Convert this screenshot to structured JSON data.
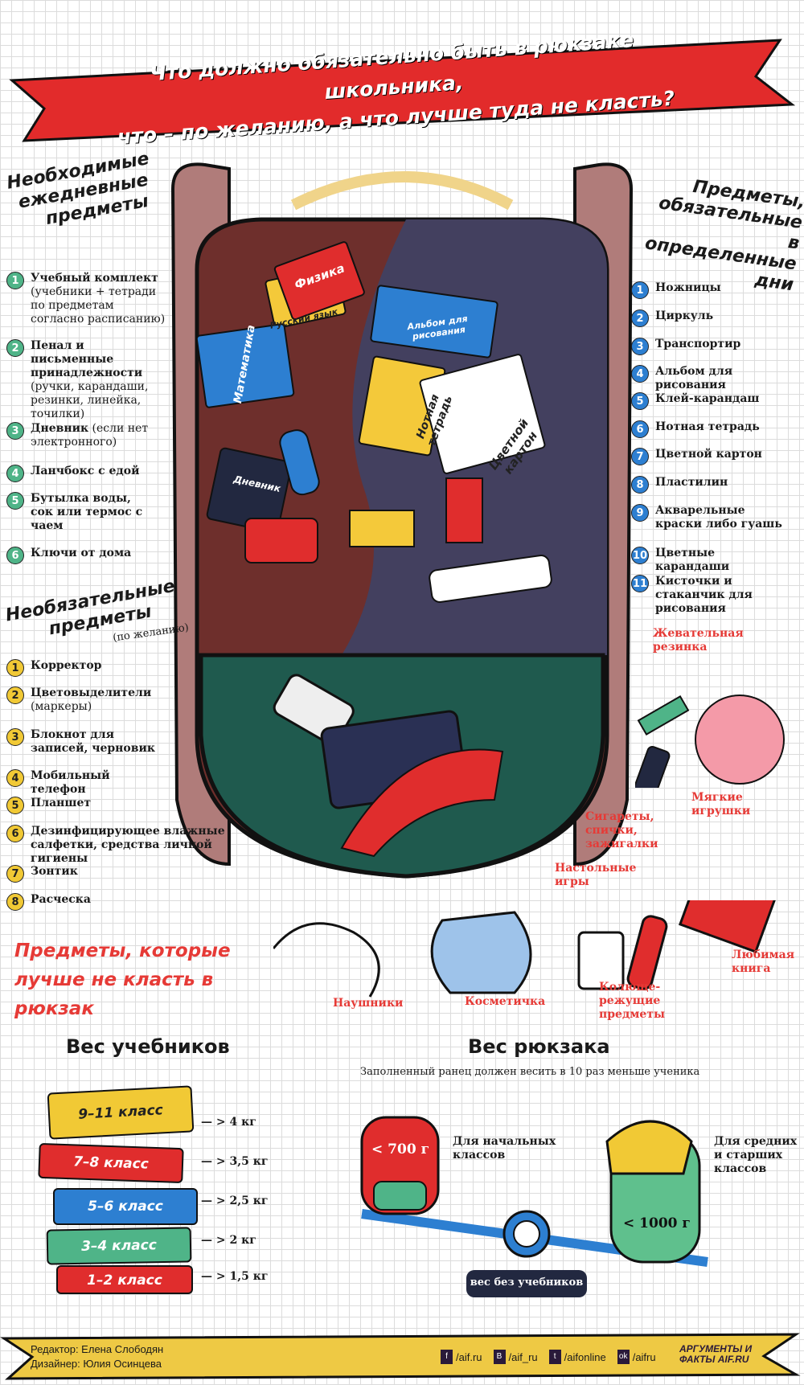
{
  "title": {
    "line1": "Что должно обязательно быть в рюкзаке школьника,",
    "line2": "что – по желанию, а что лучше туда не класть?"
  },
  "daily": {
    "heading": [
      "Необходимые",
      "ежедневные",
      "предметы"
    ],
    "items": [
      {
        "n": "1",
        "bold": "Учебный комплект",
        "rest": "(учебники + тетради по предметам согласно расписанию)"
      },
      {
        "n": "2",
        "bold": "Пенал и письменные принадлежности",
        "rest": "(ручки, карандаши, резинки, линейка, точилки)"
      },
      {
        "n": "3",
        "bold": "Дневник",
        "rest": "(если нет электронного)"
      },
      {
        "n": "4",
        "bold": "Ланчбокс с едой",
        "rest": ""
      },
      {
        "n": "5",
        "bold": "Бутылка воды, сок или термос с чаем",
        "rest": ""
      },
      {
        "n": "6",
        "bold": "Ключи от дома",
        "rest": ""
      }
    ]
  },
  "certain_days": {
    "heading": [
      "Предметы,",
      "обязательные в",
      "определенные дни"
    ],
    "items": [
      {
        "n": "1",
        "label": "Ножницы"
      },
      {
        "n": "2",
        "label": "Циркуль"
      },
      {
        "n": "3",
        "label": "Транспортир"
      },
      {
        "n": "4",
        "label": "Альбом для рисования"
      },
      {
        "n": "5",
        "label": "Клей-карандаш"
      },
      {
        "n": "6",
        "label": "Нотная тетрадь"
      },
      {
        "n": "7",
        "label": "Цветной картон"
      },
      {
        "n": "8",
        "label": "Пластилин"
      },
      {
        "n": "9",
        "label": "Акварельные краски либо гуашь"
      },
      {
        "n": "10",
        "label": "Цветные карандаши"
      },
      {
        "n": "11",
        "label": "Кисточки и стаканчик для рисования"
      }
    ]
  },
  "optional": {
    "heading": [
      "Необязательные",
      "предметы"
    ],
    "sub": "(по желанию)",
    "items": [
      {
        "n": "1",
        "bold": "Корректор",
        "rest": ""
      },
      {
        "n": "2",
        "bold": "Цветовыделители",
        "rest": "(маркеры)"
      },
      {
        "n": "3",
        "bold": "Блокнот для записей, черновик",
        "rest": ""
      },
      {
        "n": "4",
        "bold": "Мобильный телефон",
        "rest": ""
      },
      {
        "n": "5",
        "bold": "Планшет",
        "rest": ""
      },
      {
        "n": "6",
        "bold": "Дезинфицирующее влажные салфетки, средства личной гигиены",
        "rest": ""
      },
      {
        "n": "7",
        "bold": "Зонтик",
        "rest": ""
      },
      {
        "n": "8",
        "bold": "Расческа",
        "rest": ""
      }
    ]
  },
  "backpack_labels": {
    "physics": "Физика",
    "russian": "Русский язык",
    "math": "Математика",
    "diary": "Дневник",
    "notes": "Нотная тетрадь",
    "cardboard": "Цветной картон",
    "album": "Альбом для рисования"
  },
  "not_recommended": {
    "heading": "Предметы, которые лучше не класть в рюкзак",
    "items": {
      "gum": "Жевательная резинка",
      "toys": "Мягкие игрушки",
      "cigarettes": "Сигареты, спички, зажигалки",
      "games": "Настольные игры",
      "book": "Любимая книга",
      "sharp": "Колюще-режущие предметы",
      "cosmetics": "Косметичка",
      "headphones": "Наушники"
    }
  },
  "books_weight": {
    "heading": "Вес учебников",
    "rows": [
      {
        "grade": "9–11 класс",
        "weight": "> 4 кг",
        "color": "#f1c935"
      },
      {
        "grade": "7–8 класс",
        "weight": "> 3,5 кг",
        "color": "#e02d2d"
      },
      {
        "grade": "5–6 класс",
        "weight": "> 2,5 кг",
        "color": "#2d7fd1"
      },
      {
        "grade": "3–4 класс",
        "weight": "> 2 кг",
        "color": "#4fb488"
      },
      {
        "grade": "1–2 класс",
        "weight": "> 1,5 кг",
        "color": "#e02d2d"
      }
    ]
  },
  "bag_weight": {
    "heading": "Вес рюкзака",
    "subtitle": "Заполненный ранец должен весить в 10 раз меньше ученика",
    "primary": {
      "value": "< 700 г",
      "label": "Для начальных классов"
    },
    "senior": {
      "value": "< 1000 г",
      "label": "Для средних и старших классов"
    },
    "scale_label": "вес без учебников"
  },
  "footer": {
    "editor": "Редактор: Елена Слободян",
    "designer": "Дизайнер: Юлия Осинцева",
    "social": [
      {
        "icon": "f",
        "handle": "/aif.ru"
      },
      {
        "icon": "В",
        "handle": "/aif_ru"
      },
      {
        "icon": "t",
        "handle": "/aifonline"
      },
      {
        "icon": "ok",
        "handle": "/aifru"
      }
    ],
    "logo": "АРГУМЕНТЫ И ФАКТЫ AIF.RU"
  }
}
